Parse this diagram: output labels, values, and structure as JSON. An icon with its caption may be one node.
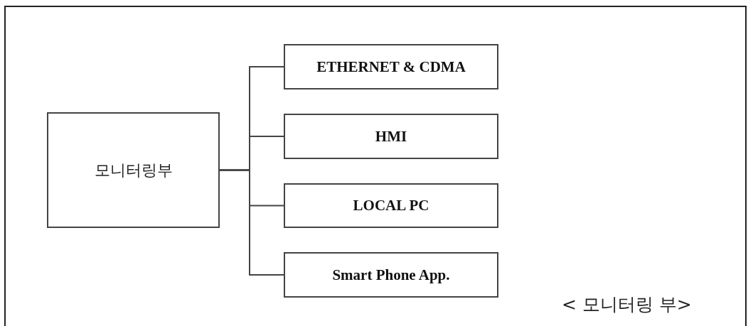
{
  "diagram": {
    "caption": "< 모니터링 부>",
    "nodes": [
      {
        "text": [
          "모니터링부"
        ]
      },
      {
        "text": [
          "ETHERNET & CDMA"
        ]
      },
      {
        "text": [
          "HMI"
        ]
      },
      {
        "text": [
          "LOCAL PC"
        ]
      },
      {
        "text": [
          "Smart Phone App."
        ]
      }
    ],
    "edges": [
      {
        "from": 0,
        "to": 1,
        "arrow": "none"
      },
      {
        "from": 0,
        "to": 2,
        "arrow": "none"
      },
      {
        "from": 0,
        "to": 3,
        "arrow": "none"
      },
      {
        "from": 0,
        "to": 4,
        "arrow": "none"
      }
    ]
  }
}
